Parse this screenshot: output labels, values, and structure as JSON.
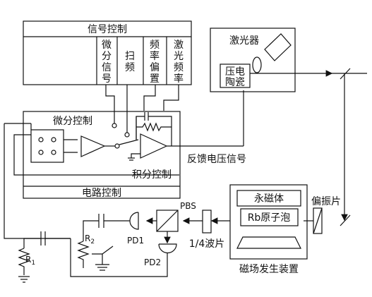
{
  "signal_control": {
    "title": "信号控制",
    "col_differential": [
      "微",
      "分",
      "信",
      "号"
    ],
    "col_sweep": [
      "扫",
      "频"
    ],
    "col_freq_offset": [
      "频",
      "率",
      "偏",
      "置"
    ],
    "col_laser_freq": [
      "激",
      "光",
      "频",
      "率"
    ]
  },
  "circuit": {
    "differential_control": "微分控制",
    "integral_control": "积分控制",
    "circuit_control": "电路控制"
  },
  "laser": {
    "title": "激光器",
    "piezo_line1": "压电",
    "piezo_line2": "陶瓷"
  },
  "feedback_label": "反馈电压信号",
  "magnet": {
    "permanent_magnet": "永磁体",
    "rb_cell": "Rb原子泡",
    "caption": "磁场发生装置"
  },
  "optics": {
    "polarizer": "偏振片",
    "pbs": "PBS",
    "quarter_wave": "1/4波片",
    "pd1": "PD1",
    "pd2": "PD2"
  },
  "resistors": {
    "r1": "R",
    "r1_sub": "1",
    "r2": "R",
    "r2_sub": "2"
  }
}
